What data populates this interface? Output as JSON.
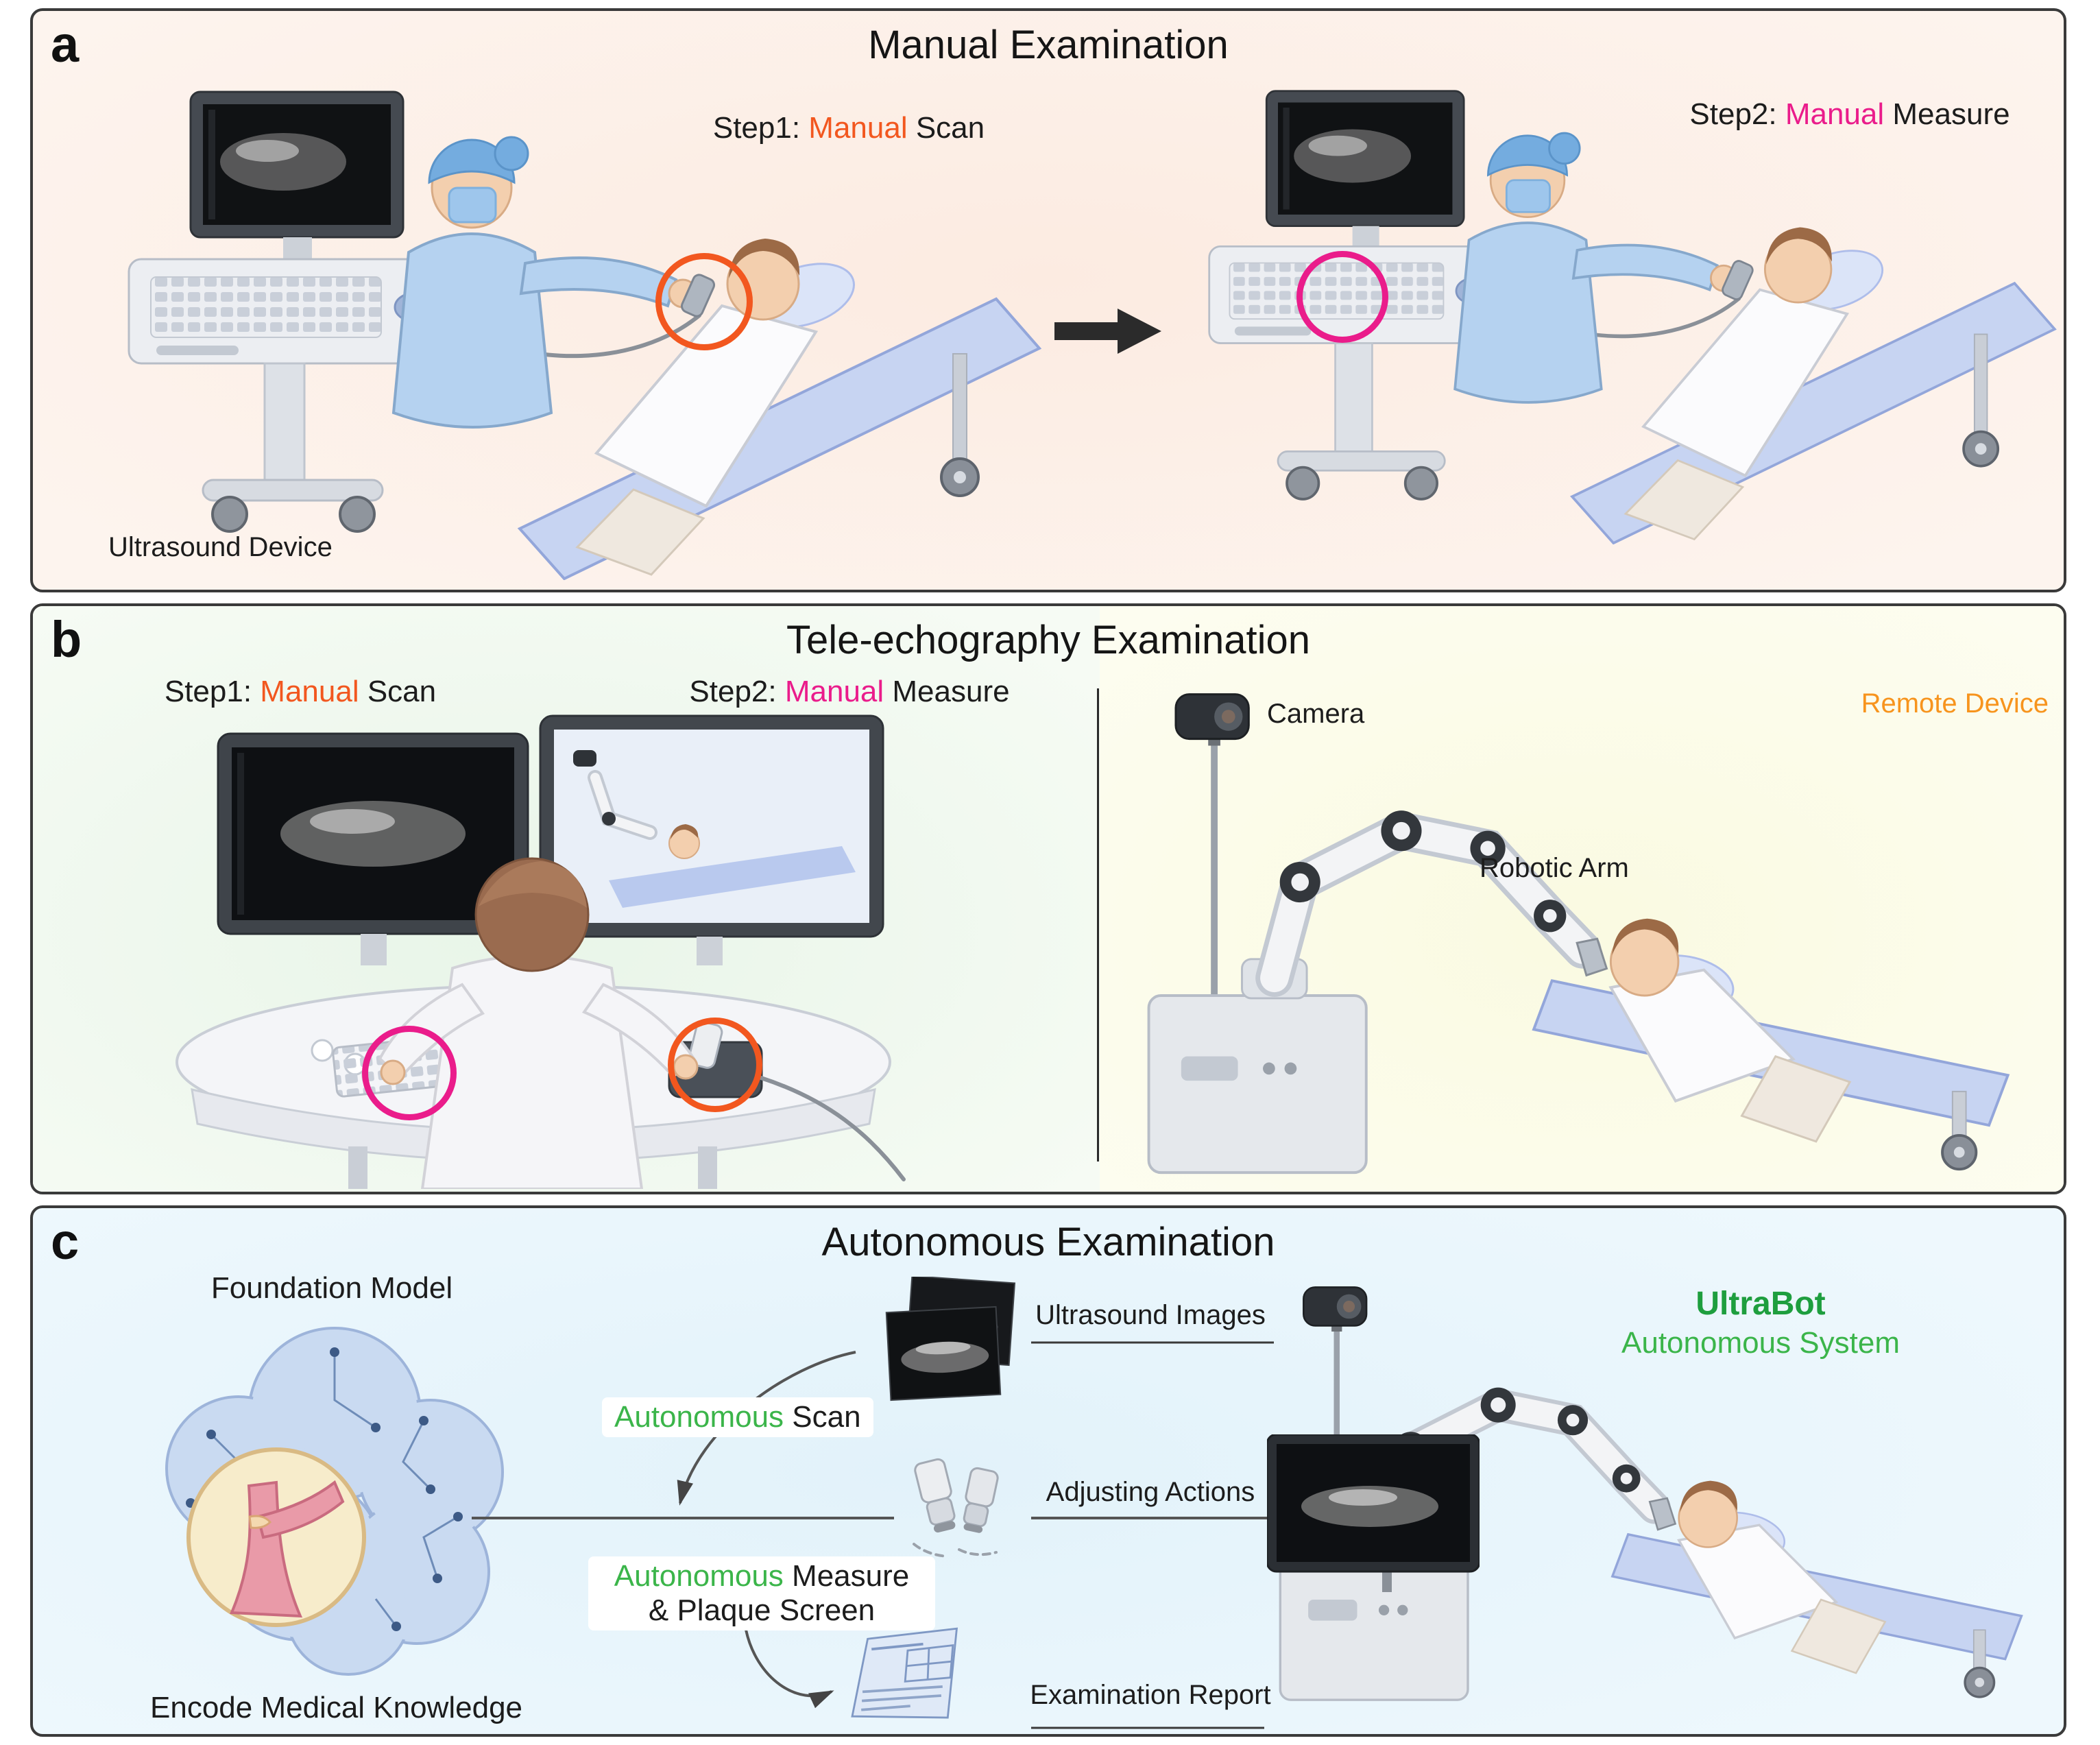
{
  "colors": {
    "scan_orange": "#F2571F",
    "measure_magenta": "#EA1C8B",
    "remote_orange": "#F7941D",
    "autonomous_green": "#3BB54A",
    "ultrabot_green": "#1E9E3E",
    "panel_border": "#3A3A3A"
  },
  "panel_a": {
    "label": "a",
    "title": "Manual Examination",
    "step1_prefix": "Step1: ",
    "step1_highlight": "Manual",
    "step1_suffix": " Scan",
    "step2_prefix": "Step2: ",
    "step2_highlight": "Manual",
    "step2_suffix": " Measure",
    "device_label": "Ultrasound Device"
  },
  "panel_b": {
    "label": "b",
    "title": "Tele-echography Examination",
    "step1_prefix": "Step1: ",
    "step1_highlight": "Manual",
    "step1_suffix": " Scan",
    "step2_prefix": "Step2: ",
    "step2_highlight": "Manual",
    "step2_suffix": " Measure",
    "camera_label": "Camera",
    "robotic_arm_label": "Robotic Arm",
    "remote_device_label": "Remote Device"
  },
  "panel_c": {
    "label": "c",
    "title": "Autonomous Examination",
    "foundation_model_label": "Foundation Model",
    "encode_label": "Encode Medical Knowledge",
    "scan_highlight": "Autonomous",
    "scan_suffix": " Scan",
    "ultrasound_images_label": "Ultrasound Images",
    "adjusting_actions_label": "Adjusting Actions",
    "measure_highlight": "Autonomous",
    "measure_suffix": " Measure",
    "measure_line2": "& Plaque Screen",
    "examination_report_label": "Examination Report",
    "ultrabot_title": "UltraBot",
    "ultrabot_subtitle": "Autonomous System"
  }
}
